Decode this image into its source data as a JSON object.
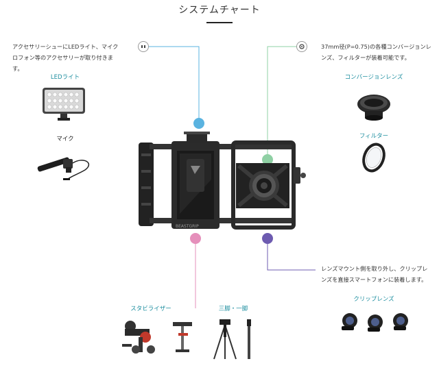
{
  "title": "システムチャート",
  "left_note": "アクセサリーシューにLEDライト、マイクロフォン等のアクセサリーが取り付きます。",
  "right_note": "37mm径(P=0.75)の各種コンバージョンレンズ、フィルターが装着可能です。",
  "bottom_note": "レンズマウント側を取り外し、クリップレンズを直接スマートフォンに装着します。",
  "labels": {
    "led": "LEDライト",
    "mic": "マイク",
    "conversion_lens": "コンバージョンレンズ",
    "filter": "フィルター",
    "stabilizer": "スタビライザー",
    "tripod": "三脚・一脚",
    "clip_lens": "クリップレンズ"
  },
  "rig_brand": "BEASTGRIP",
  "colors": {
    "blue": "#5ab3e0",
    "green": "#8fd0a4",
    "pink": "#e58fbb",
    "purple": "#6d5bb0",
    "label_teal": "#1f8fa0"
  },
  "icons": {
    "shoe": "accessory-shoe-icon",
    "lens": "lens-mount-icon"
  }
}
